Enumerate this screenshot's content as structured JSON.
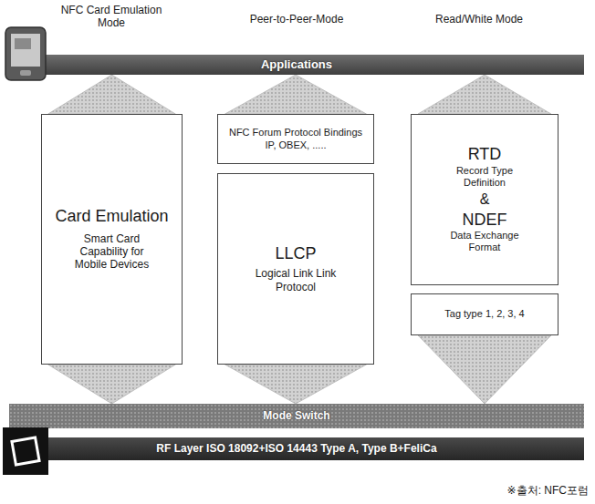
{
  "diagram": {
    "nodes": [
      {
        "text": [
          "Applications"
        ]
      },
      {
        "text": [
          "Card Emulation",
          "Smart Card Capability for Mobile Devices"
        ]
      },
      {
        "text": [
          "NFC Forum Protocol Bindings",
          "IP, OBEX, ....."
        ]
      },
      {
        "text": [
          "LLCP",
          "Logical Link Link Protocol"
        ]
      },
      {
        "text": [
          "RTD",
          "Record Type Definition",
          "&",
          "NDEF",
          "Data Exchange Format"
        ]
      },
      {
        "text": [
          "Tag type 1, 2, 3, 4"
        ]
      },
      {
        "text": [
          "Mode Switch"
        ]
      },
      {
        "text": [
          "RF Layer ISO 18092+ISO 14443 Type A, Type B+FeliCa"
        ]
      }
    ],
    "edges": [
      {
        "from": 1,
        "to": 0,
        "arrow": "to"
      },
      {
        "from": 2,
        "to": 0,
        "arrow": "to"
      },
      {
        "from": 4,
        "to": 0,
        "arrow": "to"
      },
      {
        "from": 1,
        "to": 6,
        "arrow": "to"
      },
      {
        "from": 3,
        "to": 6,
        "arrow": "to"
      },
      {
        "from": 5,
        "to": 6,
        "arrow": "to"
      }
    ],
    "labels": [
      "NFC Card Emulation Mode",
      "Peer-to-Peer-Mode",
      "Read/White Mode",
      "※출처: NFC포럼"
    ]
  }
}
